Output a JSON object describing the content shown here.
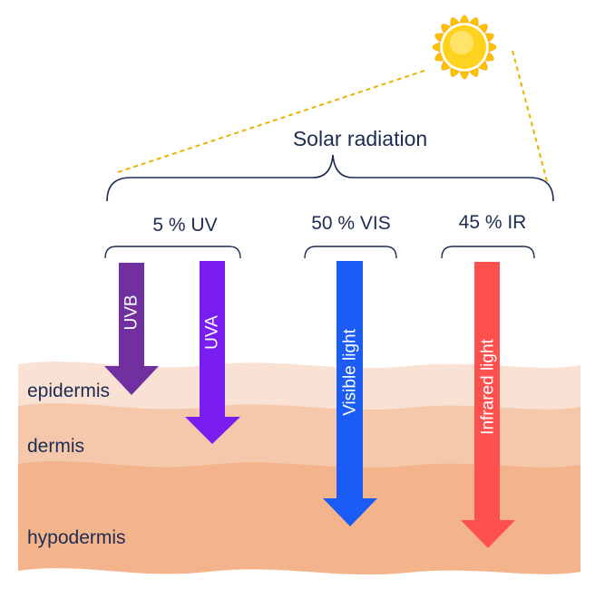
{
  "title": "Solar radiation",
  "groups": {
    "uv": "5 % UV",
    "vis": "50 % VIS",
    "ir": "45 % IR"
  },
  "arrows": {
    "uvb": "UVB",
    "uva": "UVA",
    "visible": "Visible light",
    "infrared": "Infrared light"
  },
  "layers": {
    "epidermis": "epidermis",
    "dermis": "dermis",
    "hypodermis": "hypodermis"
  },
  "colors": {
    "uvb": "#7030a0",
    "uva": "#7a1df0",
    "visible": "#1a5cf5",
    "infrared": "#ff5050",
    "sun": "#ffd21f",
    "sun_ray": "#ffc000",
    "epidermis": "#f9e1d4",
    "dermis": "#f6c8ab",
    "hypodermis": "#f3b48c",
    "text": "#1c2c52"
  }
}
